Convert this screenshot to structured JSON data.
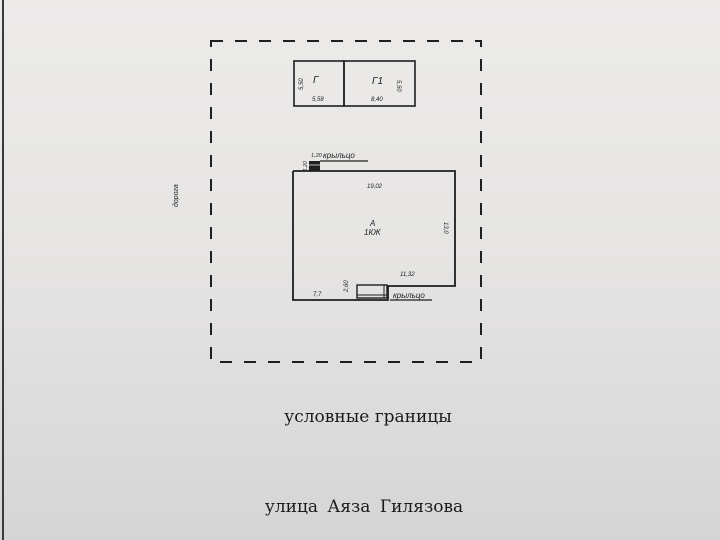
{
  "plan": {
    "road_label": "дорога",
    "buildings": {
      "garage_g": {
        "label": "Г",
        "width": "5,58",
        "depth": "5,50"
      },
      "garage_g1": {
        "label": "Г1",
        "width": "8,40",
        "depth": "5,50"
      },
      "house": {
        "label": "А",
        "sublabel": "1КЖ",
        "top_length": "19,02",
        "right_length": "13,0",
        "bottom_right_length": "11,32",
        "bottom_left_length": "7,7",
        "notch_depth": "2,60"
      }
    },
    "porches": [
      {
        "label": "крыльцо",
        "width": "1,20",
        "depth": "1,20"
      },
      {
        "label": "крыльцо"
      }
    ]
  },
  "captions": {
    "boundary": "условные границы",
    "street": "улица  Аяза Гилязова"
  },
  "colors": {
    "paper": "#e8e7e6",
    "ink": "#1f1f1f"
  }
}
